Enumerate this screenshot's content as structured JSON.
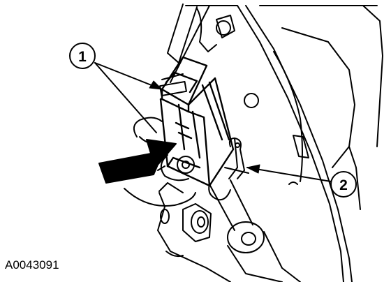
{
  "figure": {
    "code": "A0043091",
    "callouts": [
      {
        "number": "1",
        "points_to": [
          "connector-top",
          "connector-body"
        ]
      },
      {
        "number": "2",
        "points_to": [
          "retaining-clip"
        ]
      }
    ]
  },
  "colors": {
    "ink": "#000000",
    "paper": "#ffffff"
  },
  "icons": {
    "direction": "direction-arrow-icon"
  }
}
